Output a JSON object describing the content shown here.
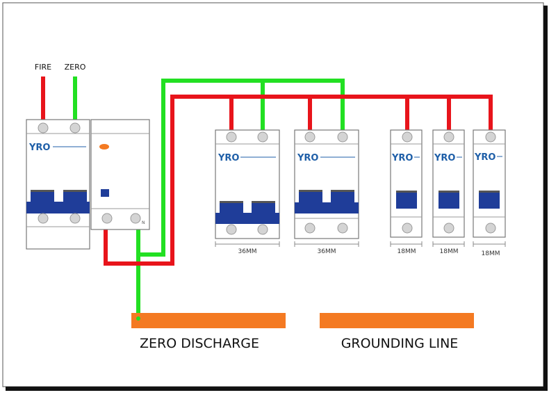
{
  "labels": {
    "fire": "FIRE",
    "zero": "ZERO",
    "zero_discharge": "ZERO DISCHARGE",
    "grounding_line": "GROUNDING LINE",
    "neutral_mark": "N"
  },
  "brand": "YRO",
  "breakers": [
    {
      "id": "mcb-2p-a",
      "poles": 2,
      "width_label": "36MM"
    },
    {
      "id": "mcb-2p-b",
      "poles": 2,
      "width_label": "36MM"
    },
    {
      "id": "mcb-1p-a",
      "poles": 1,
      "width_label": "18MM"
    },
    {
      "id": "mcb-1p-b",
      "poles": 1,
      "width_label": "18MM"
    },
    {
      "id": "mcb-1p-c",
      "poles": 1,
      "width_label": "18MM"
    }
  ],
  "colors": {
    "live_wire": "#e8141b",
    "neutral_wire": "#22e022",
    "breaker_toggle": "#1f3d99",
    "brand_text": "#1f5fa8",
    "busbar": "#f47a22",
    "rcd_indicator": "#f47a22",
    "frame": "#222222"
  }
}
